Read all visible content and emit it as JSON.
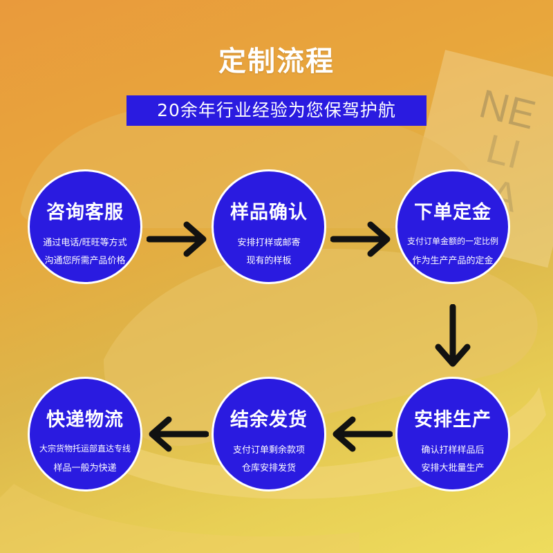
{
  "page": {
    "title": "定制流程",
    "subtitle": "20余年行业经验为您保驾护航"
  },
  "steps": [
    {
      "name": "咨询客服",
      "line1": "通过电话/旺旺等方式",
      "line2": "沟通您所需产品价格"
    },
    {
      "name": "样品确认",
      "line1": "安排打样或邮寄",
      "line2": "现有的样板"
    },
    {
      "name": "下单定金",
      "line1": "支付订单金额的一定比例",
      "line2": "作为生产产品的定金"
    },
    {
      "name": "安排生产",
      "line1": "确认打样样品后",
      "line2": "安排大批量生产"
    },
    {
      "name": "结余发货",
      "line1": "支付订单剩余款项",
      "line2": "仓库安排发货"
    },
    {
      "name": "快递物流",
      "line1": "大宗货物托运部直达专线",
      "line2": "样品一般为快递"
    }
  ],
  "colors": {
    "circle": "#2a1be0",
    "arrow": "#111111",
    "text": "#ffffff"
  },
  "icons": [
    "arrow-right-icon",
    "arrow-down-icon",
    "arrow-left-icon"
  ]
}
